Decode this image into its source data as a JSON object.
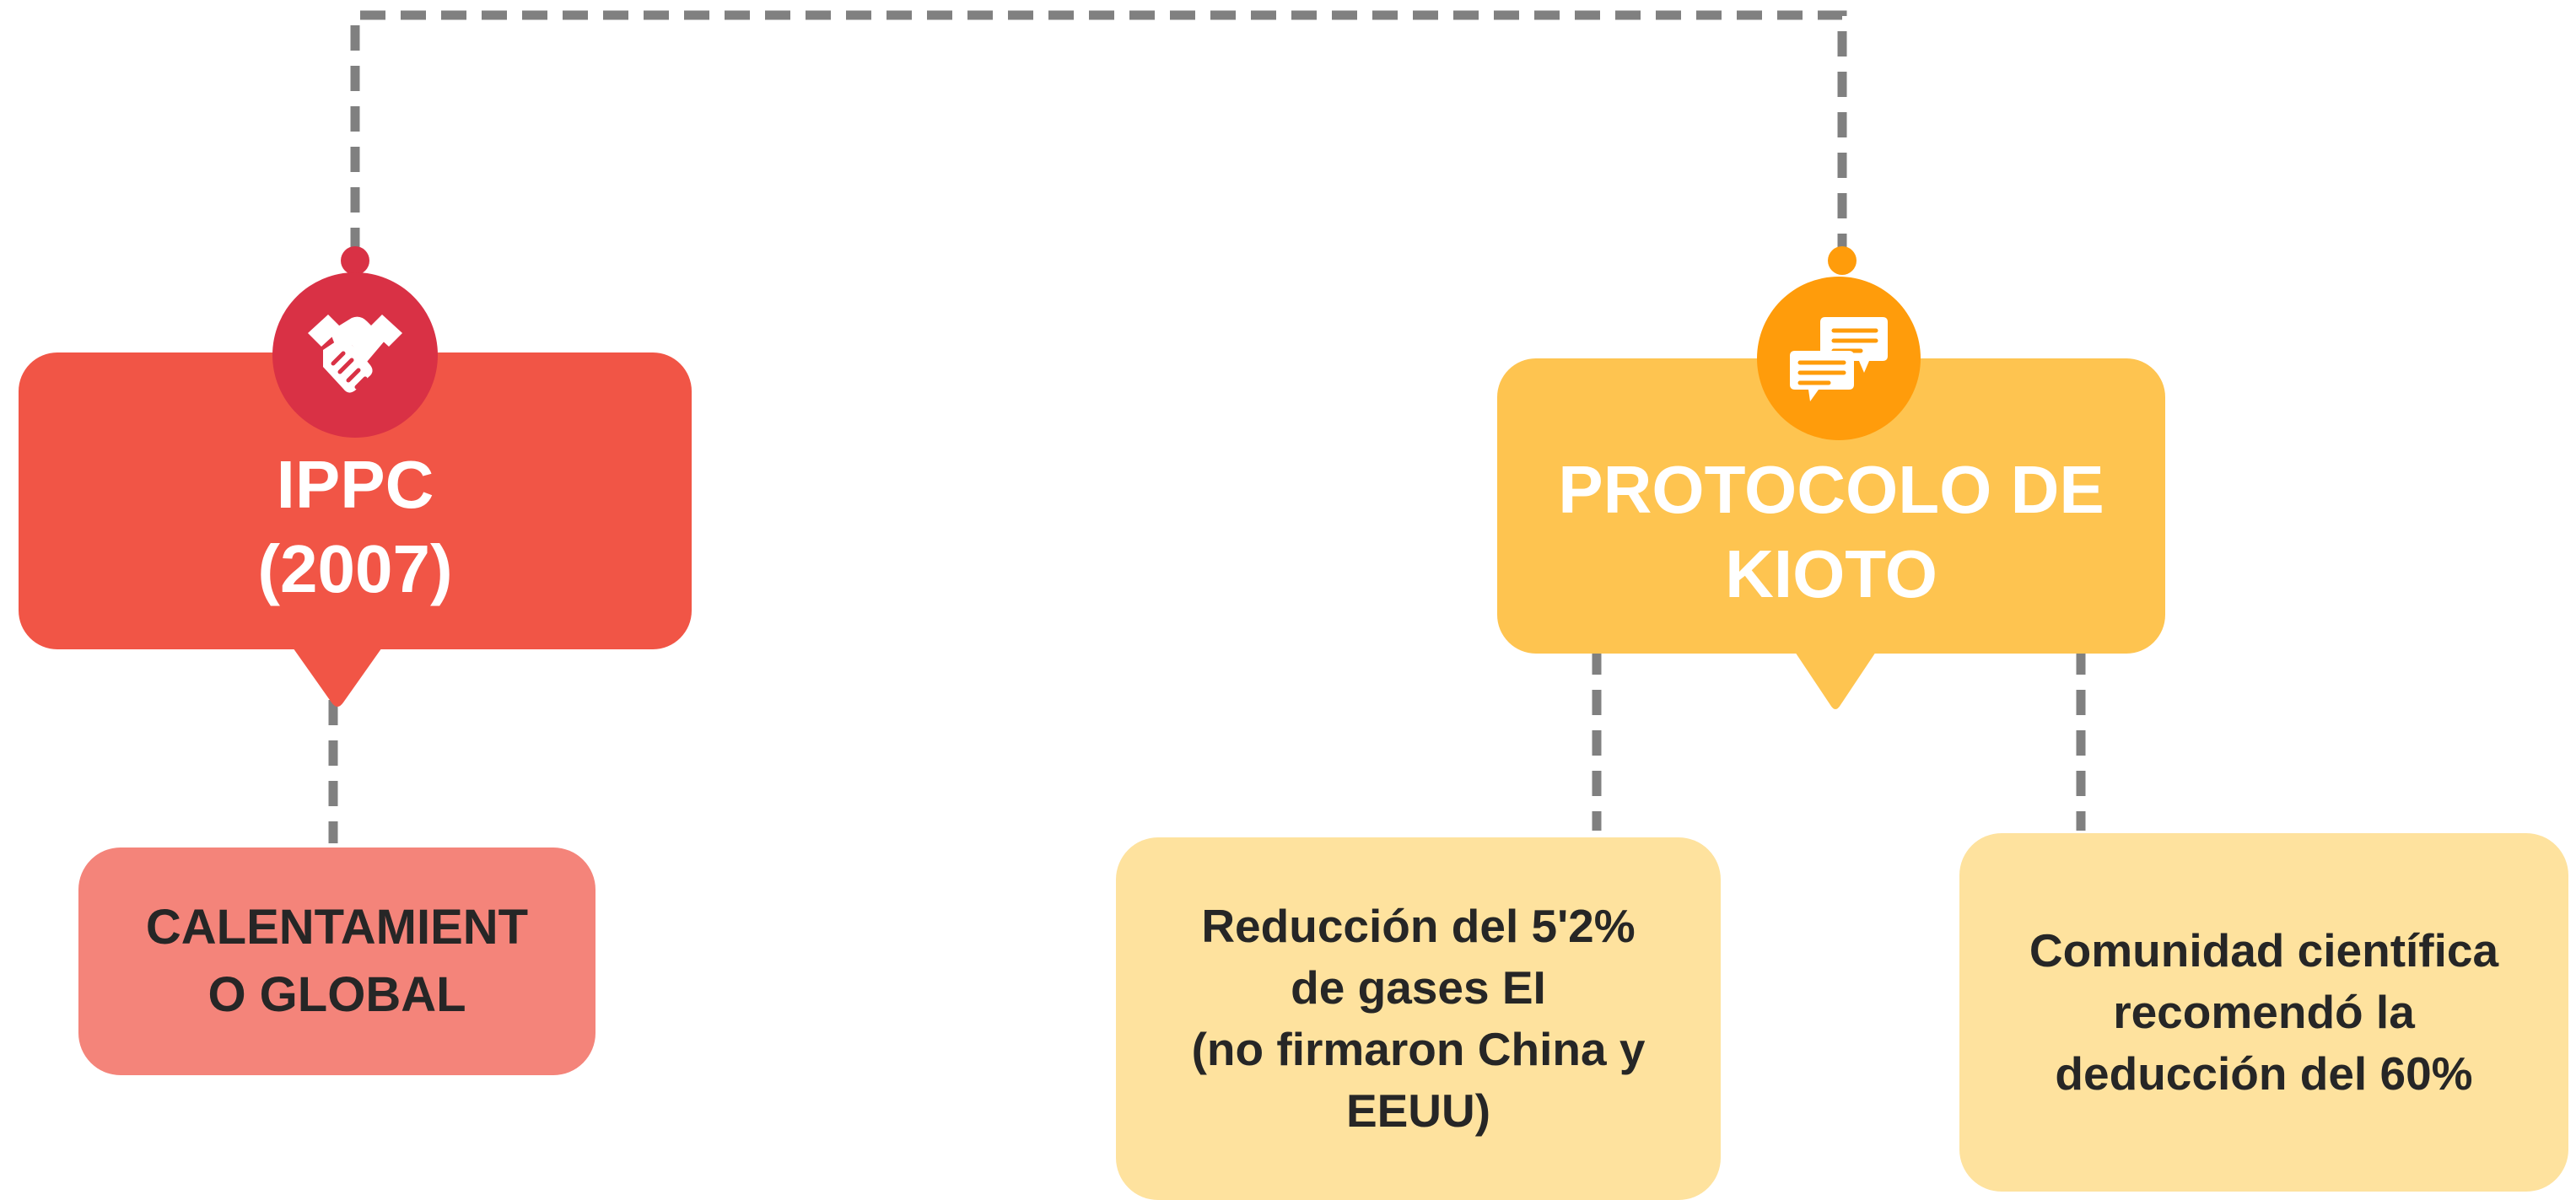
{
  "colors": {
    "ippc_box": "#F15546",
    "ippc_circle": "#D93145",
    "kioto_box": "#FEC450",
    "kioto_circle": "#FF9C0B",
    "leaf_red": "#F4847A",
    "leaf_yellow": "#FEE29E",
    "connector": "#808080"
  },
  "nodes": {
    "ippc": {
      "label": "IPPC\n(2007)",
      "icon": "handshake-icon"
    },
    "kioto": {
      "label": "PROTOCOLO DE\nKIOTO",
      "icon": "chat-bubbles-icon"
    },
    "calentamiento": {
      "label": "CALENTAMIENT\nO GLOBAL"
    },
    "reduccion": {
      "label": "Reducción del 5'2%\nde gases EI\n(no firmaron China y\nEEUU)"
    },
    "comunidad": {
      "label": "Comunidad científica\nrecomendó la\ndeducción del 60%"
    }
  }
}
